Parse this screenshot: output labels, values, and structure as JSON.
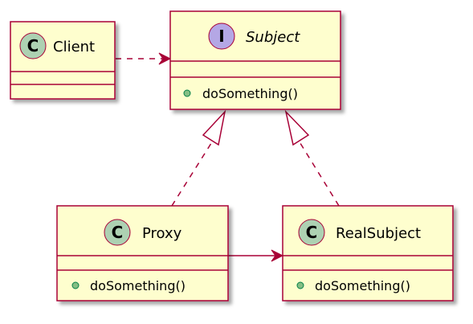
{
  "diagram": {
    "colors": {
      "box_fill": "#FEFECE",
      "border": "#A80036",
      "class_badge": "#ADD1B2",
      "interface_badge": "#B4A7E5",
      "visibility_dot": "#84BE84"
    },
    "nodes": {
      "client": {
        "name": "Client",
        "kind": "class",
        "badge_letter": "C",
        "members": []
      },
      "subject": {
        "name": "Subject",
        "kind": "interface",
        "badge_letter": "I",
        "members": [
          {
            "visibility": "public",
            "label": "doSomething()"
          }
        ]
      },
      "proxy": {
        "name": "Proxy",
        "kind": "class",
        "badge_letter": "C",
        "members": [
          {
            "visibility": "public",
            "label": "doSomething()"
          }
        ]
      },
      "realsubject": {
        "name": "RealSubject",
        "kind": "class",
        "badge_letter": "C",
        "members": [
          {
            "visibility": "public",
            "label": "doSomething()"
          }
        ]
      }
    },
    "edges": [
      {
        "from": "client",
        "to": "subject",
        "type": "dependency"
      },
      {
        "from": "proxy",
        "to": "subject",
        "type": "realization"
      },
      {
        "from": "realsubject",
        "to": "subject",
        "type": "realization"
      },
      {
        "from": "proxy",
        "to": "realsubject",
        "type": "association"
      }
    ]
  }
}
